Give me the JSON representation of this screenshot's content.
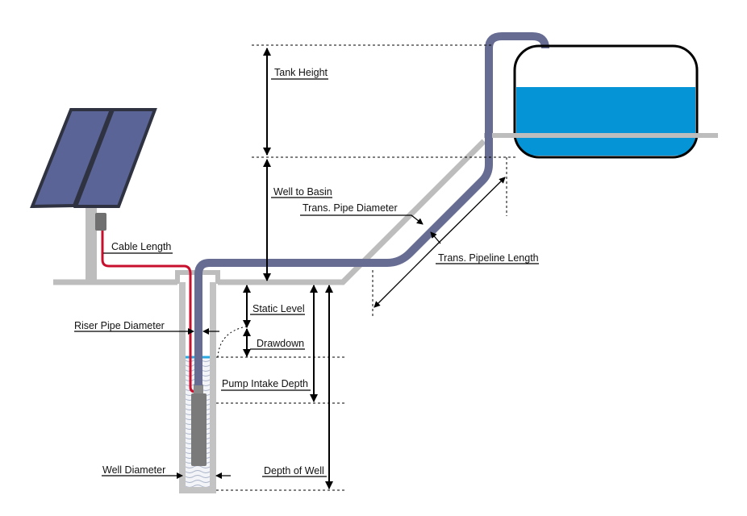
{
  "diagram": {
    "title": "Solar water pumping system dimensions",
    "colors": {
      "pipe": "#676c92",
      "ground": "#bdbdbd",
      "cable": "#c8102e",
      "water": "#0595d6",
      "panel": "#5a6496",
      "panel_frame": "#2f3240",
      "pump": "#7a7a7a",
      "well_water": "#dfe6f0"
    },
    "labels": {
      "tank_height": "Tank Height",
      "well_to_basin": "Well to Basin",
      "trans_pipe_diameter": "Trans. Pipe Diameter",
      "trans_pipeline_length": "Trans. Pipeline Length",
      "cable_length": "Cable Length",
      "static_level": "Static Level",
      "drawdown": "Drawdown",
      "riser_pipe_diameter": "Riser Pipe Diameter",
      "pump_intake_depth": "Pump Intake Depth",
      "well_diameter": "Well Diameter",
      "depth_of_well": "Depth of Well"
    },
    "components": [
      "solar-panel",
      "controller-box",
      "power-cable",
      "well-casing",
      "riser-pipe",
      "submersible-pump",
      "transmission-pipe",
      "storage-tank"
    ]
  }
}
